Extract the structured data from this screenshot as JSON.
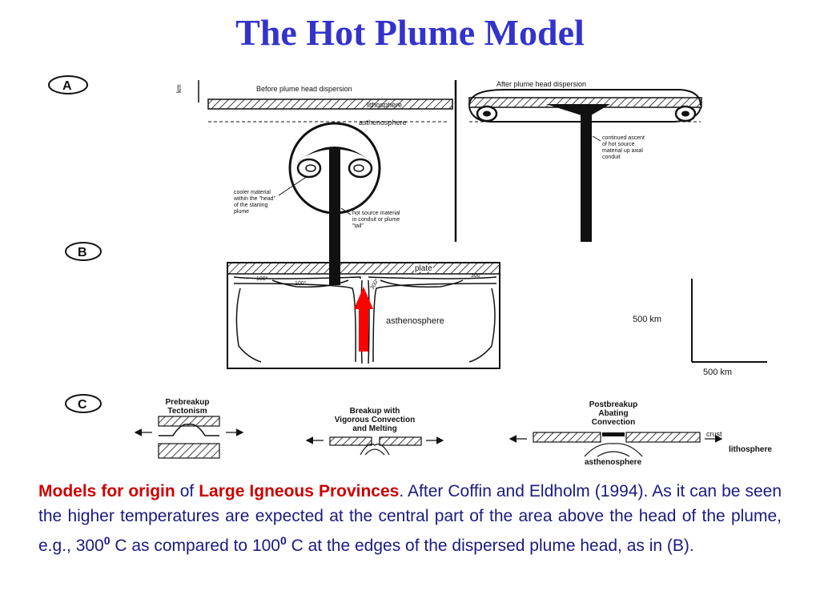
{
  "title": "The Hot Plume Model",
  "figure": {
    "panel_a": {
      "letter": "A",
      "axis_label": "km",
      "before_label": "Before plume head dispersion",
      "after_label": "After plume head dispersion",
      "lithosphere_label": "lithosphere",
      "asthenosphere_label": "asthenosphere",
      "note_ascent": [
        "continued ascent",
        "of hot source",
        "material up axial",
        "conduit"
      ],
      "note_cooler": [
        "cooler material",
        "within the \"head\"",
        "of the starting",
        "plume"
      ],
      "note_hot": [
        "hot source material",
        "in conduit or plume",
        "\"tail\""
      ]
    },
    "panel_b": {
      "letter": "B",
      "plate_label": "plate",
      "temp_left": "100°",
      "temp_inner_left": "100°",
      "temp_center": "300°",
      "temp_right": "300°",
      "asthenosphere_label": "asthenosphere",
      "scale_vertical": "500 km",
      "scale_horizontal": "500 km"
    },
    "panel_c": {
      "letter": "C",
      "stage1": [
        "Prebreakup",
        "Tectonism"
      ],
      "stage2": [
        "Breakup with",
        "Vigorous Convection",
        "and Melting"
      ],
      "stage3": [
        "Postbreakup",
        "Abating",
        "Convection"
      ],
      "crust_label": "crust",
      "lithosphere_label": "lithosphere",
      "asthenosphere_label": "asthenosphere"
    },
    "arrow_color": "#ff0000"
  },
  "caption": {
    "bold1": "Models for origin",
    "text1": " of ",
    "bold2": "Large Igneous Provinces",
    "text2": ". After Coffin and Eldholm (1994). As it can be seen the higher temperatures are expected at the central part of the area above the head of the plume, e.g., 300",
    "sup1": "0",
    "text3": " C as compared to 100",
    "sup2": "0",
    "text4": " C at the edges of the dispersed plume head, as in (B)."
  }
}
